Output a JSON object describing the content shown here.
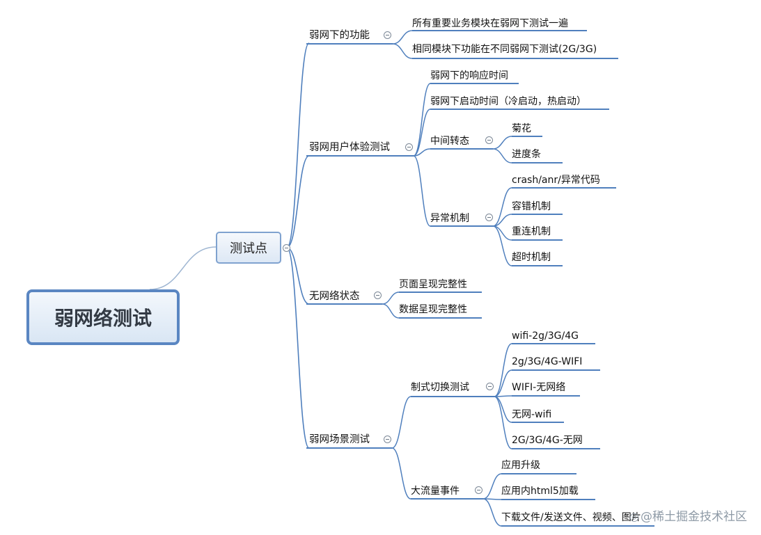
{
  "root": {
    "label": "弱网络测试"
  },
  "center": {
    "label": "测试点"
  },
  "branches": [
    {
      "label": "弱网下的功能",
      "children": [
        "所有重要业务模块在弱网下测试一遍",
        "相同模块下功能在不同弱网下测试(2G/3G)"
      ]
    },
    {
      "label": "弱网用户体验测试",
      "children": [
        "弱网下的响应时间",
        "弱网下启动时间（冷启动，热启动）",
        {
          "label": "中间转态",
          "children": [
            "菊花",
            "进度条"
          ]
        },
        {
          "label": "异常机制",
          "children": [
            "crash/anr/异常代码",
            "容错机制",
            "重连机制",
            "超时机制"
          ]
        }
      ]
    },
    {
      "label": "无网络状态",
      "children": [
        "页面呈现完整性",
        "数据呈现完整性"
      ]
    },
    {
      "label": "弱网场景测试",
      "children": [
        {
          "label": "制式切换测试",
          "children": [
            "wifi-2g/3G/4G",
            "2g/3G/4G-WIFI",
            "WIFI-无网络",
            "无网-wifi",
            "2G/3G/4G-无网"
          ]
        },
        {
          "label": "大流量事件",
          "children": [
            "应用升级",
            "应用内html5加载",
            "下载文件/发送文件、视频、图片"
          ]
        }
      ]
    }
  ],
  "watermark": "@稀土掘金技术社区",
  "colors": {
    "line": "#4f7fbd",
    "branch_line": "#9fb6d2",
    "root_border": "#5a86c2"
  }
}
